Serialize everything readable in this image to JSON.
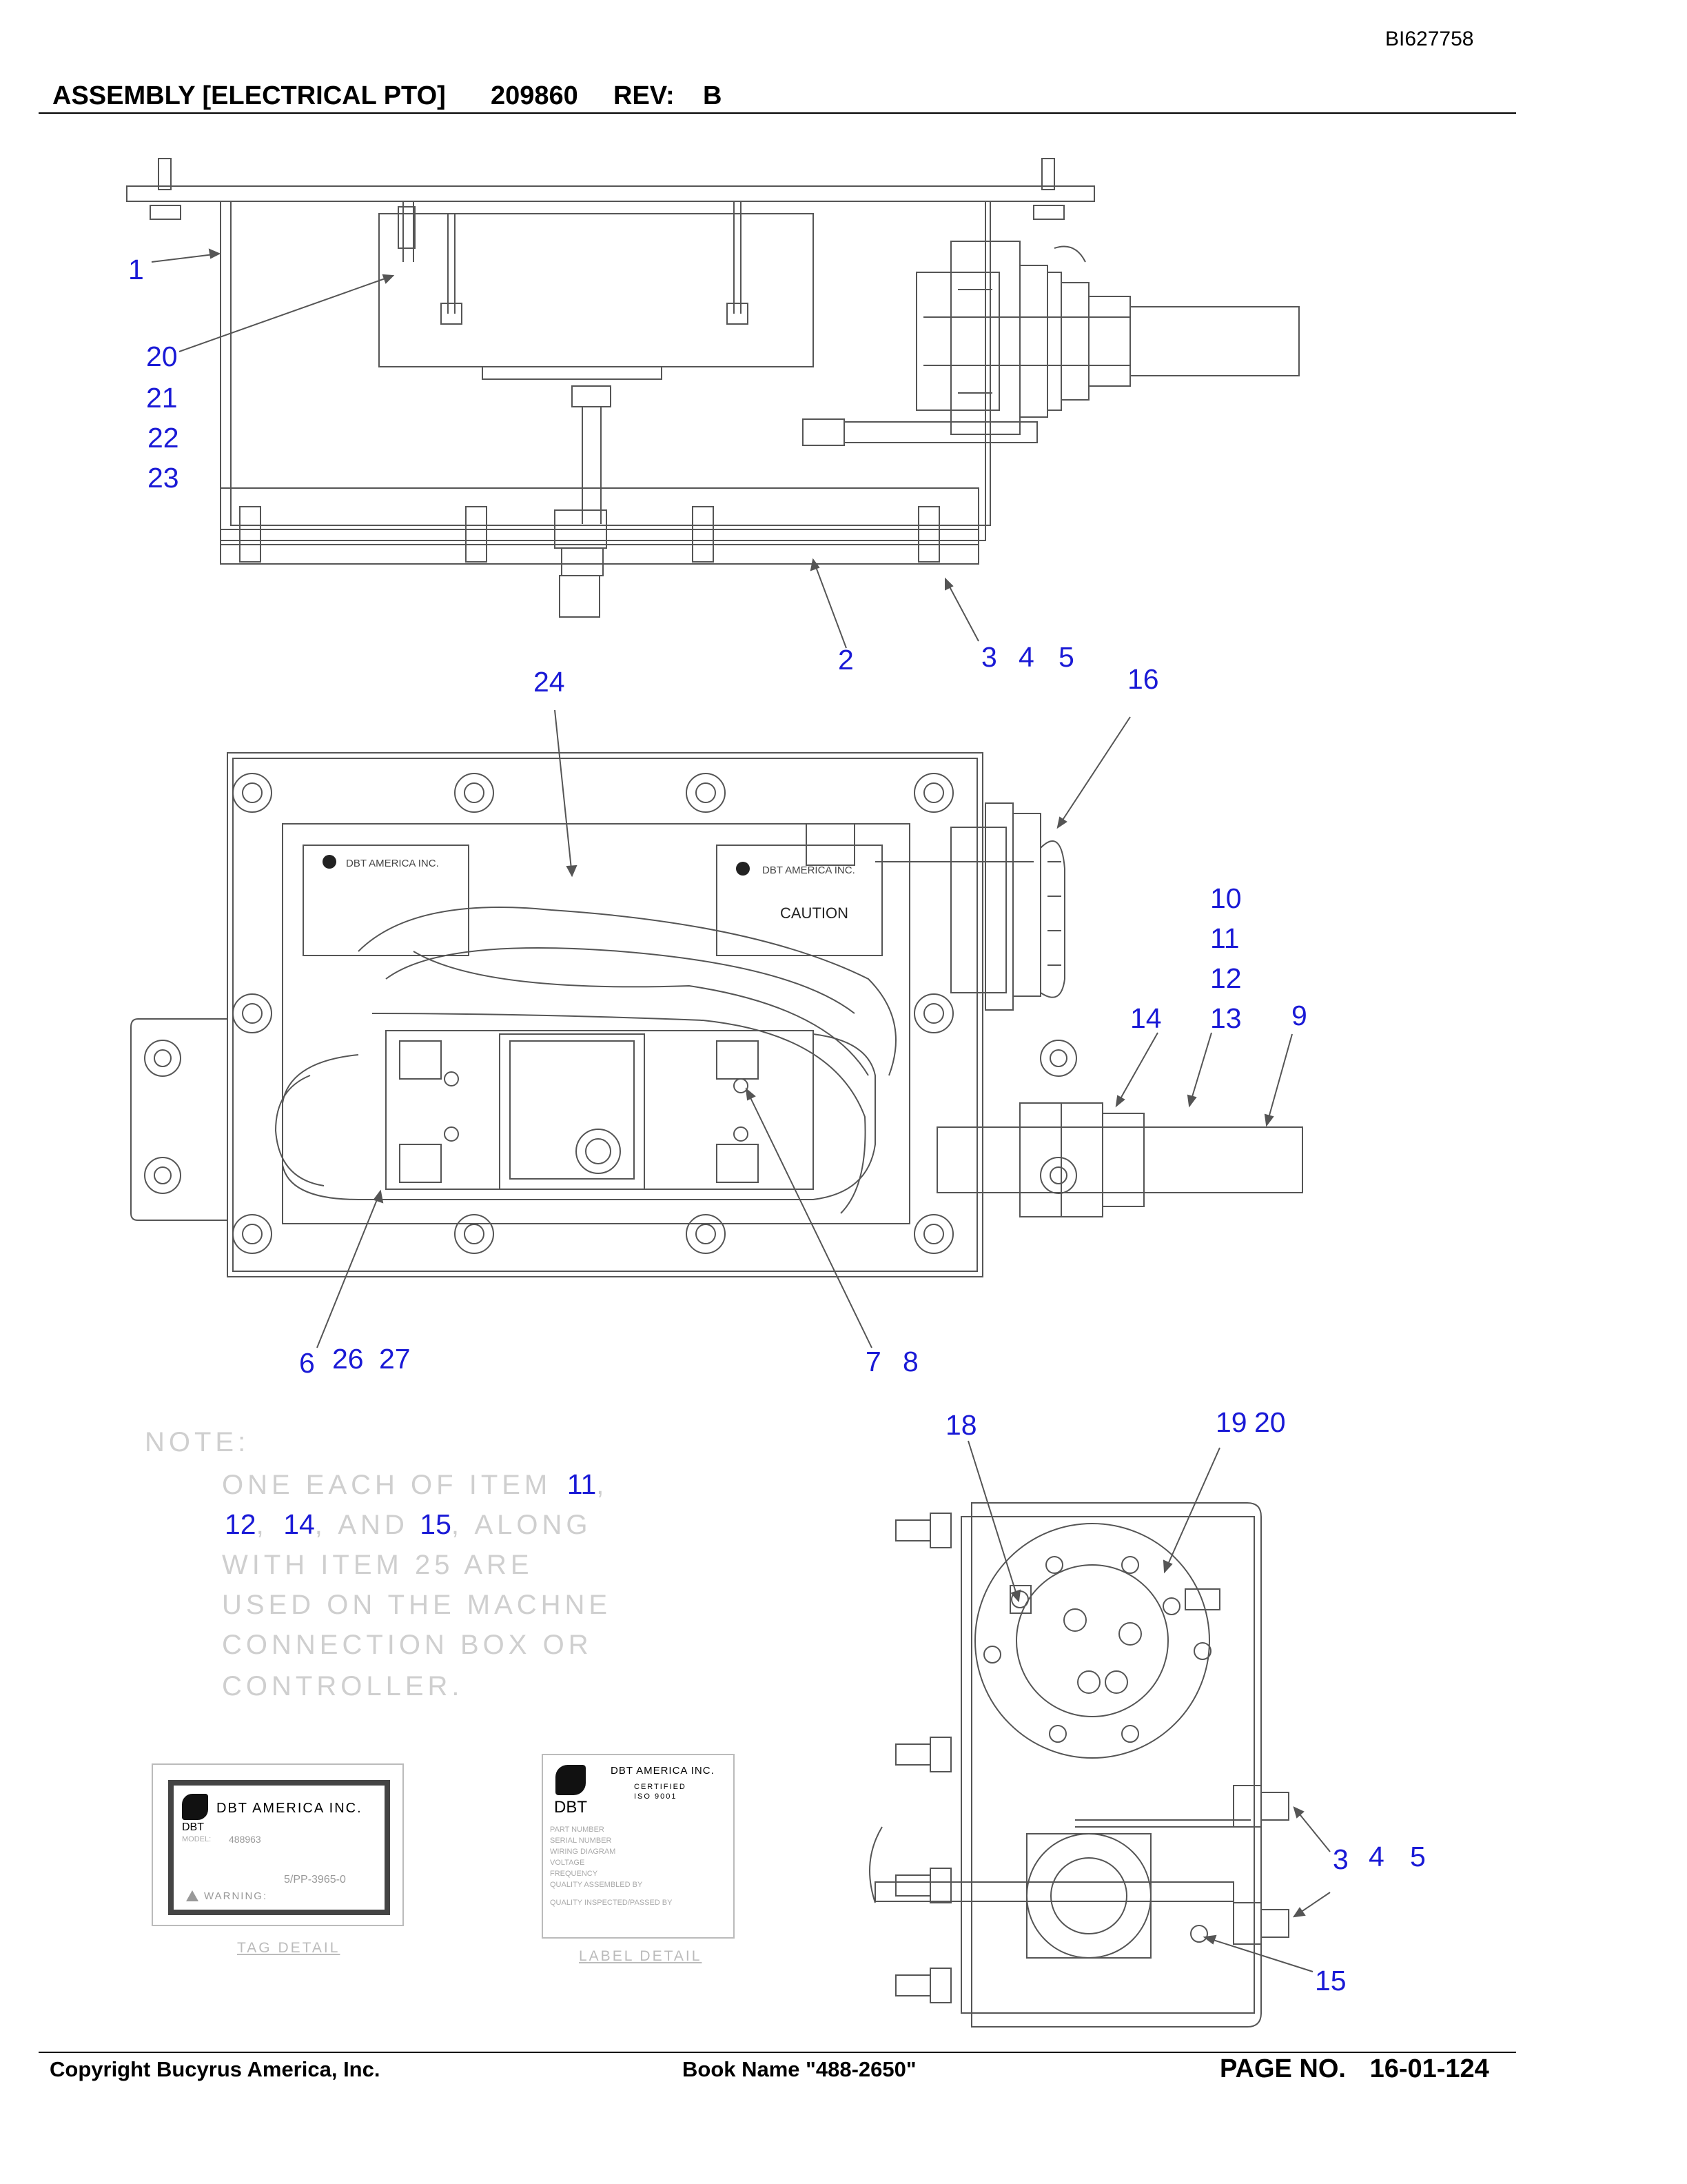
{
  "doc_id": "BI627758",
  "title": "ASSEMBLY [ELECTRICAL PTO]",
  "part_number": "209860",
  "rev_label": "REV:",
  "rev_value": "B",
  "callouts": {
    "c1": "1",
    "c20a": "20",
    "c21": "21",
    "c22": "22",
    "c23": "23",
    "c2": "2",
    "c3a": "3",
    "c4a": "4",
    "c5a": "5",
    "c24": "24",
    "c16": "16",
    "c10": "10",
    "c11": "11",
    "c12": "12",
    "c13": "13",
    "c14": "14",
    "c9": "9",
    "c6": "6",
    "c26": "26",
    "c27": "27",
    "c7": "7",
    "c8": "8",
    "c18": "18",
    "c19": "19",
    "c20b": "20",
    "c3b": "3",
    "c4b": "4",
    "c5b": "5",
    "c15": "15"
  },
  "note": {
    "heading": "NOTE:",
    "line1_pre": "ONE EACH OF ITEM",
    "line1_item": "11",
    "line2_item_a": "12",
    "line2_item_b": "14",
    "line2_and": "AND",
    "line2_item_c": "15",
    "line2_post": "ALONG",
    "line3": "WITH ITEM 25 ARE",
    "line4": "USED ON THE MACHNE",
    "line5": "CONNECTION BOX OR",
    "line6": "CONTROLLER."
  },
  "labels": {
    "company": "DBT AMERICA INC.",
    "company_short": "DBT",
    "caution": "CAUTION",
    "certified": "CERTIFIED",
    "iso": "ISO 9001",
    "tag_model": "MODEL:",
    "tag_model_value": "488963",
    "tag_cert_no": "5/PP-3965-0",
    "tag_warning": "WARNING:",
    "tag_detail": "TAG DETAIL",
    "label_detail": "LABEL DETAIL",
    "label_rows": [
      "PART NUMBER",
      "SERIAL NUMBER",
      "WIRING DIAGRAM",
      "VOLTAGE",
      "FREQUENCY",
      "QUALITY ASSEMBLED BY",
      "QUALITY INSPECTED/PASSED BY"
    ]
  },
  "footer": {
    "copyright": "Copyright Bucyrus America, Inc.",
    "book": "Book Name \"488-2650\"",
    "page_label": "PAGE NO.",
    "page_value": "16-01-124"
  },
  "colors": {
    "callout": "#1a1ad6",
    "linework": "#555555",
    "faint": "#bdbdbd"
  }
}
